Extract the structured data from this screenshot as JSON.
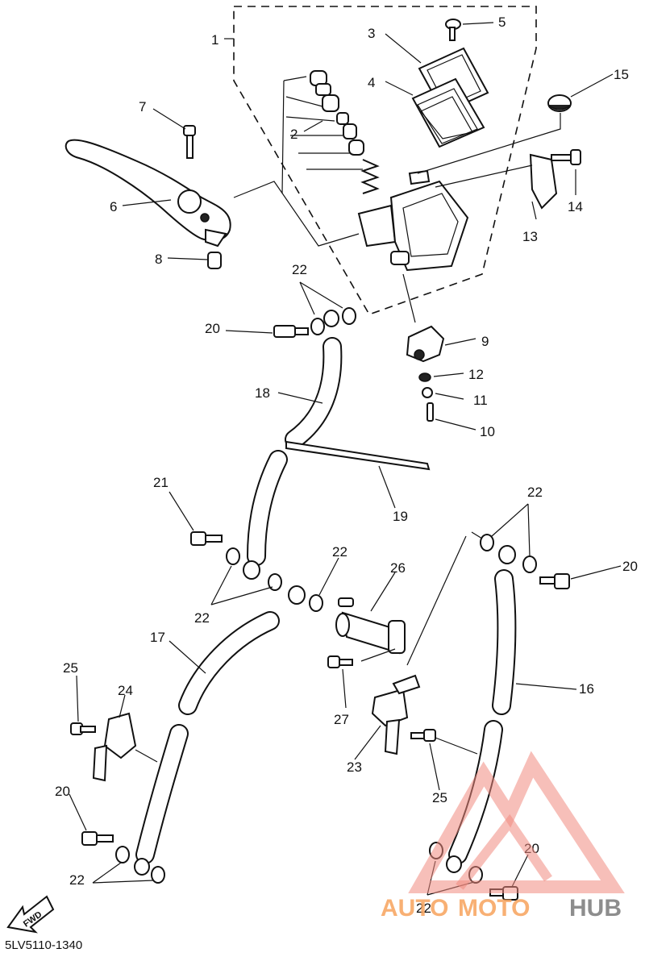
{
  "diagram": {
    "code": "5LV5110-1340",
    "fwd_label": "FWD",
    "watermark": {
      "part1": "AUTO",
      "part2": "MOTO",
      "part3": "HUB"
    },
    "callouts": [
      "1",
      "2",
      "3",
      "4",
      "5",
      "6",
      "7",
      "8",
      "9",
      "10",
      "11",
      "12",
      "13",
      "14",
      "15",
      "16",
      "17",
      "18",
      "19",
      "20",
      "20",
      "20",
      "20",
      "21",
      "22",
      "22",
      "22",
      "22",
      "22",
      "22",
      "23",
      "24",
      "25",
      "25",
      "26",
      "27"
    ]
  },
  "colors": {
    "line": "#111111",
    "watermark": "#f08a80",
    "watermark_text_accent": "#f7a35c",
    "watermark_text_dark": "#7a7a7a"
  }
}
